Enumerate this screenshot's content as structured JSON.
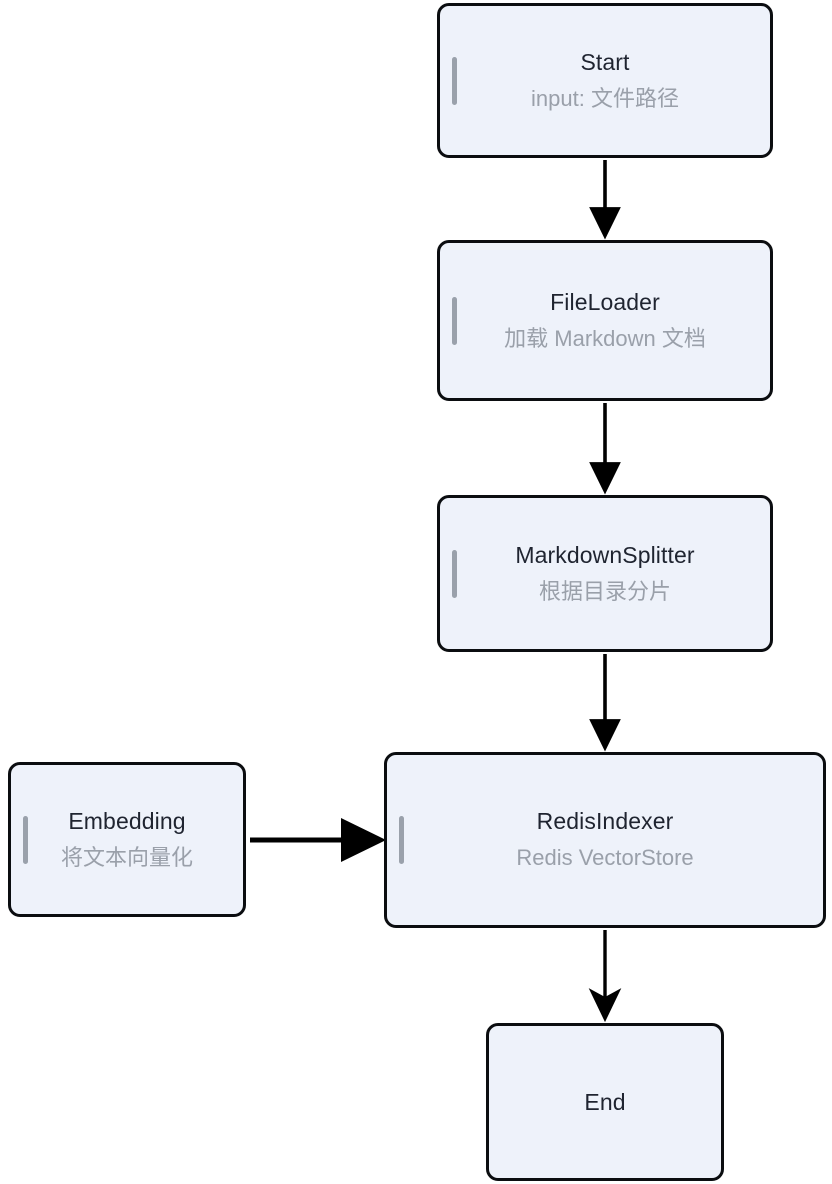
{
  "diagram": {
    "type": "flowchart",
    "direction": "top-to-bottom",
    "background_color": "#ffffff",
    "node_fill_color": "#eef2fa",
    "node_border_color": "#0b0d10",
    "title_color": "#1f2430",
    "subtitle_color": "#9aa0aa",
    "accent_bar_color": "#9aa1ab",
    "arrow_color": "#000000",
    "nodes": [
      {
        "id": "start",
        "title": "Start",
        "subtitle": "input: 文件路径",
        "has_accent_bar": true
      },
      {
        "id": "fileloader",
        "title": "FileLoader",
        "subtitle": "加载 Markdown 文档",
        "has_accent_bar": true
      },
      {
        "id": "splitter",
        "title": "MarkdownSplitter",
        "subtitle": "根据目录分片",
        "has_accent_bar": true
      },
      {
        "id": "redisindexer",
        "title": "RedisIndexer",
        "subtitle": "Redis VectorStore",
        "has_accent_bar": true
      },
      {
        "id": "embedding",
        "title": "Embedding",
        "subtitle": "将文本向量化",
        "has_accent_bar": true
      },
      {
        "id": "end",
        "title": "End",
        "subtitle": "",
        "has_accent_bar": false
      }
    ],
    "edges": [
      {
        "from": "start",
        "to": "fileloader",
        "label": "",
        "orientation": "vertical"
      },
      {
        "from": "fileloader",
        "to": "splitter",
        "label": "",
        "orientation": "vertical"
      },
      {
        "from": "splitter",
        "to": "redisindexer",
        "label": "",
        "orientation": "vertical"
      },
      {
        "from": "embedding",
        "to": "redisindexer",
        "label": "",
        "orientation": "horizontal"
      },
      {
        "from": "redisindexer",
        "to": "end",
        "label": "",
        "orientation": "vertical"
      }
    ]
  }
}
